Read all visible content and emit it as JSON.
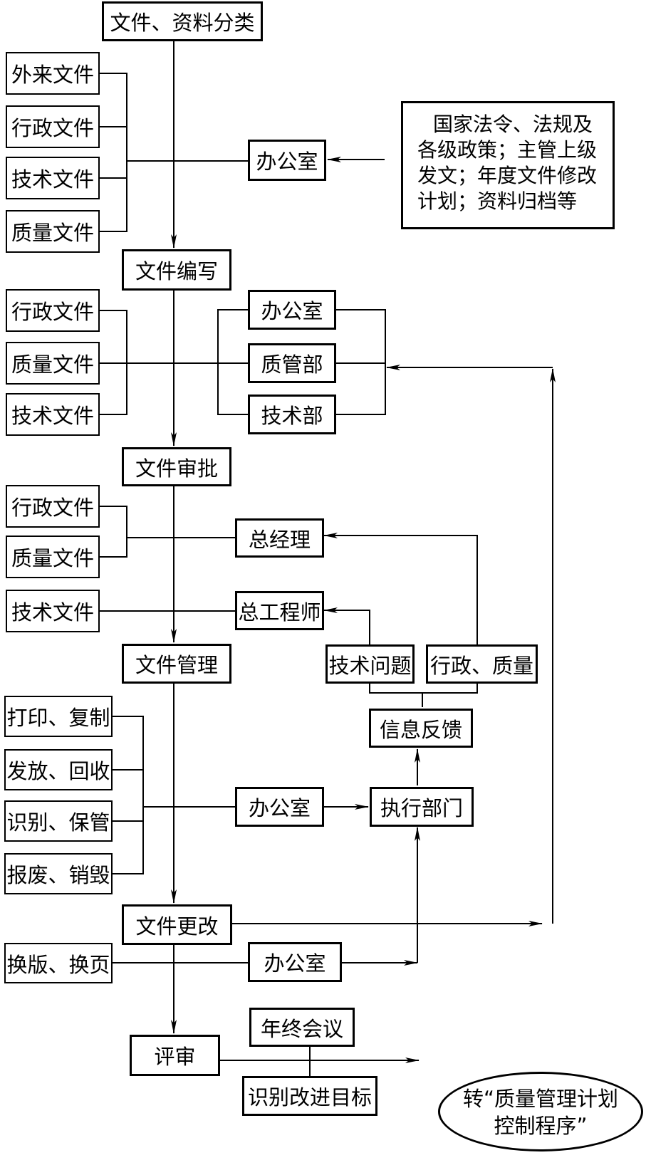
{
  "steps": {
    "classify": "文件、资料分类",
    "compile": "文件编写",
    "approve": "文件审批",
    "manage": "文件管理",
    "change": "文件更改",
    "review": "评审"
  },
  "classify_inputs": [
    "外来文件",
    "行政文件",
    "技术文件",
    "质量文件"
  ],
  "classify_source": "办公室",
  "regulations_note": [
    "国家法令、法规及",
    "各级政策；主管上级",
    "发文；年度文件修改",
    "计划；资料归档等"
  ],
  "compile_inputs": [
    "行政文件",
    "质量文件",
    "技术文件"
  ],
  "compile_departments": [
    "办公室",
    "质管部",
    "技术部"
  ],
  "approve_inputs": [
    "行政文件",
    "质量文件",
    "技术文件"
  ],
  "approvers": {
    "gm": "总经理",
    "chief_engineer": "总工程师"
  },
  "feedback_topics": {
    "technical": "技术问题",
    "admin_quality": "行政、质量"
  },
  "feedback": "信息反馈",
  "manage_tasks": [
    "打印、复制",
    "发放、回收",
    "识别、保管",
    "报废、销毁"
  ],
  "manage_office": "办公室",
  "executing_dept": "执行部门",
  "change_input": "换版、换页",
  "change_office": "办公室",
  "annual_meeting": "年终会议",
  "improvement_goals": "识别改进目标",
  "transfer_note": [
    "转“质量管理计划",
    "控制程序”"
  ]
}
